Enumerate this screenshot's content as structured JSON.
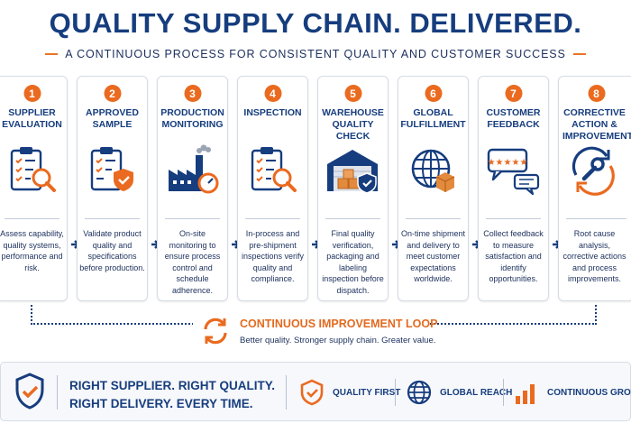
{
  "title": "QUALITY SUPPLY CHAIN. DELIVERED.",
  "subtitle": "A CONTINUOUS PROCESS FOR CONSISTENT QUALITY AND CUSTOMER SUCCESS",
  "colors": {
    "navy": "#163d7e",
    "orange": "#ea6a1f",
    "text": "#1b2f5c"
  },
  "steps": [
    {
      "number": "1",
      "title": "SUPPLIER EVALUATION",
      "icon": "clipboard-magnifier-icon",
      "description": "Assess capability, quality systems, performance and risk."
    },
    {
      "number": "2",
      "title": "APPROVED SAMPLE",
      "icon": "clipboard-shield-icon",
      "description": "Validate product quality and specifications before production."
    },
    {
      "number": "3",
      "title": "PRODUCTION MONITORING",
      "icon": "factory-gauge-icon",
      "description": "On-site monitoring to ensure process control and schedule adherence."
    },
    {
      "number": "4",
      "title": "INSPECTION",
      "icon": "clipboard-magnifier-icon",
      "description": "In-process and pre-shipment inspections verify quality and compliance."
    },
    {
      "number": "5",
      "title": "WAREHOUSE QUALITY CHECK",
      "icon": "warehouse-shield-icon",
      "description": "Final quality verification, packaging and labeling inspection before dispatch."
    },
    {
      "number": "6",
      "title": "GLOBAL FULFILLMENT",
      "icon": "globe-box-icon",
      "description": "On-time shipment and delivery to meet customer expectations worldwide."
    },
    {
      "number": "7",
      "title": "CUSTOMER FEEDBACK",
      "icon": "feedback-stars-icon",
      "description": "Collect feedback to measure satisfaction and identify opportunities."
    },
    {
      "number": "8",
      "title": "CORRECTIVE ACTION & IMPROVEMENT",
      "icon": "wrench-cycle-icon",
      "description": "Root cause analysis, corrective actions and process improvements."
    }
  ],
  "loop": {
    "title": "CONTINUOUS IMPROVEMENT LOOP",
    "subtitle": "Better quality. Stronger supply chain. Greater value.",
    "icon": "cycle-arrows-icon"
  },
  "footer": {
    "slogan_line1": "RIGHT SUPPLIER. RIGHT QUALITY.",
    "slogan_line2": "RIGHT DELIVERY. EVERY TIME.",
    "features": [
      {
        "label": "QUALITY FIRST",
        "icon": "shield-check-icon"
      },
      {
        "label": "GLOBAL REACH",
        "icon": "globe-icon"
      },
      {
        "label": "CONTINUOUS GROWTH",
        "icon": "bar-growth-icon"
      }
    ]
  }
}
